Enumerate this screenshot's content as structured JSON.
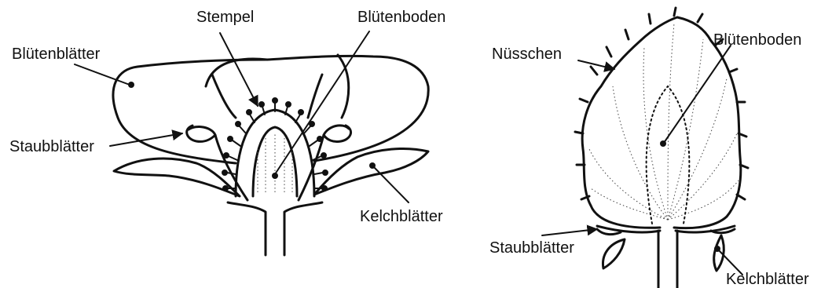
{
  "left_diagram": {
    "labels": {
      "stempel": "Stempel",
      "bluetenboden": "Blütenboden",
      "bluetenblaetter": "Blütenblätter",
      "staubblaetter": "Staubblätter",
      "kelchblaetter": "Kelchblätter"
    }
  },
  "right_diagram": {
    "labels": {
      "nuesschen": "Nüsschen",
      "bluetenboden": "Blütenboden",
      "staubblaetter": "Staubblätter",
      "kelchblaetter": "Kelchblätter"
    }
  }
}
